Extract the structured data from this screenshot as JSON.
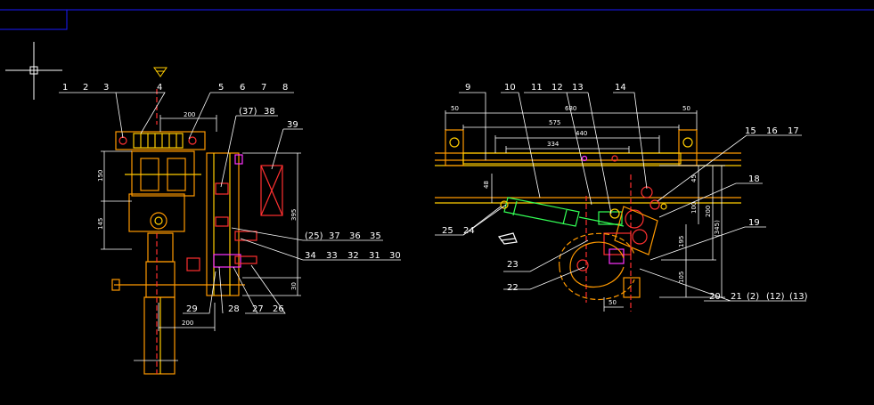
{
  "colors": {
    "background": "#000000",
    "frame": "#1a1aff",
    "structure_orange": "#ff9900",
    "structure_yellow": "#ffcc00",
    "dimension": "#ffffff",
    "accent_red": "#ff3030",
    "accent_magenta": "#ff33ff",
    "accent_green": "#33ff55"
  },
  "left_view": {
    "callouts_top": [
      "1",
      "2",
      "3",
      "4",
      "5",
      "6",
      "7",
      "8",
      "(37)",
      "38",
      "39"
    ],
    "callouts_mid": [
      "(25)",
      "37",
      "36",
      "35",
      "34",
      "33",
      "32",
      "31",
      "30"
    ],
    "callouts_bottom": [
      "29",
      "28",
      "27",
      "26"
    ],
    "dimensions": {
      "top_width": "200",
      "bottom_width": "200",
      "upper_height": "150",
      "lower_height": "145",
      "right_height": "395",
      "base_height": "30"
    }
  },
  "right_view": {
    "callouts_top": [
      "9",
      "10",
      "11",
      "12",
      "13",
      "14",
      "15",
      "16",
      "17",
      "18",
      "19"
    ],
    "callouts_left": [
      "25",
      "24",
      "23",
      "22"
    ],
    "callouts_bottom": [
      "20",
      "21",
      "(2)",
      "(12)",
      "(13)"
    ],
    "dimensions": {
      "overall": "680",
      "span1": "575",
      "span2": "440",
      "span3": "334",
      "left_offset": "50",
      "right_offset": "50",
      "small_height": "48",
      "h45": "45",
      "h100": "100",
      "h200": "200",
      "h345": "(345)",
      "h195": "195",
      "h105": "105",
      "lower_width": "50"
    }
  }
}
